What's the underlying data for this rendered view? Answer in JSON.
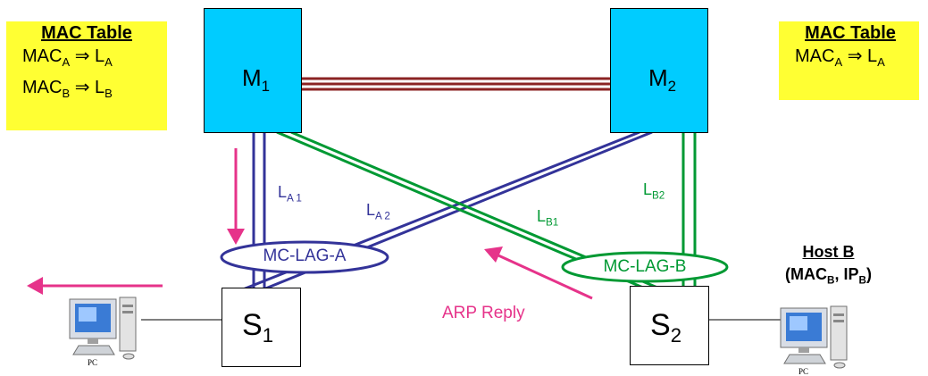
{
  "mac_tables": [
    {
      "title": "MAC Table",
      "entries": [
        {
          "mac": "MAC",
          "mac_sub": "A",
          "arrow": "⇒",
          "link": "L",
          "link_sub": "A"
        },
        {
          "mac": "MAC",
          "mac_sub": "B",
          "arrow": "⇒",
          "link": "L",
          "link_sub": "B"
        }
      ]
    },
    {
      "title": "MAC Table",
      "entries": [
        {
          "mac": "MAC",
          "mac_sub": "A",
          "arrow": "⇒",
          "link": "L",
          "link_sub": "A"
        }
      ]
    }
  ],
  "nodes": {
    "m1": {
      "label": "M",
      "sub": "1"
    },
    "m2": {
      "label": "M",
      "sub": "2"
    },
    "s1": {
      "label": "S",
      "sub": "1"
    },
    "s2": {
      "label": "S",
      "sub": "2"
    }
  },
  "links": {
    "la1": {
      "label": "L",
      "sub": "A 1"
    },
    "la2": {
      "label": "L",
      "sub": "A 2"
    },
    "lb1": {
      "label": "L",
      "sub": "B1"
    },
    "lb2": {
      "label": "L",
      "sub": "B2"
    }
  },
  "lags": {
    "a": "MC-LAG-A",
    "b": "MC-LAG-B"
  },
  "arp_reply": "ARP Reply",
  "host_b": {
    "title": "Host B",
    "open": "(MAC",
    "mac_sub": "B",
    "sep": ", IP",
    "ip_sub": "B",
    "close": ")"
  },
  "pc_labels": {
    "left": "PC",
    "right": "PC"
  },
  "colors": {
    "mac_table_bg": "#ffff33",
    "switch_fill": "#00ccff",
    "lag_a": "#333399",
    "lag_b": "#009933",
    "inter_switch_link": "#8b2323",
    "arrow": "#e6338a"
  },
  "icons": [
    "pc-icon",
    "arrow-icon"
  ]
}
